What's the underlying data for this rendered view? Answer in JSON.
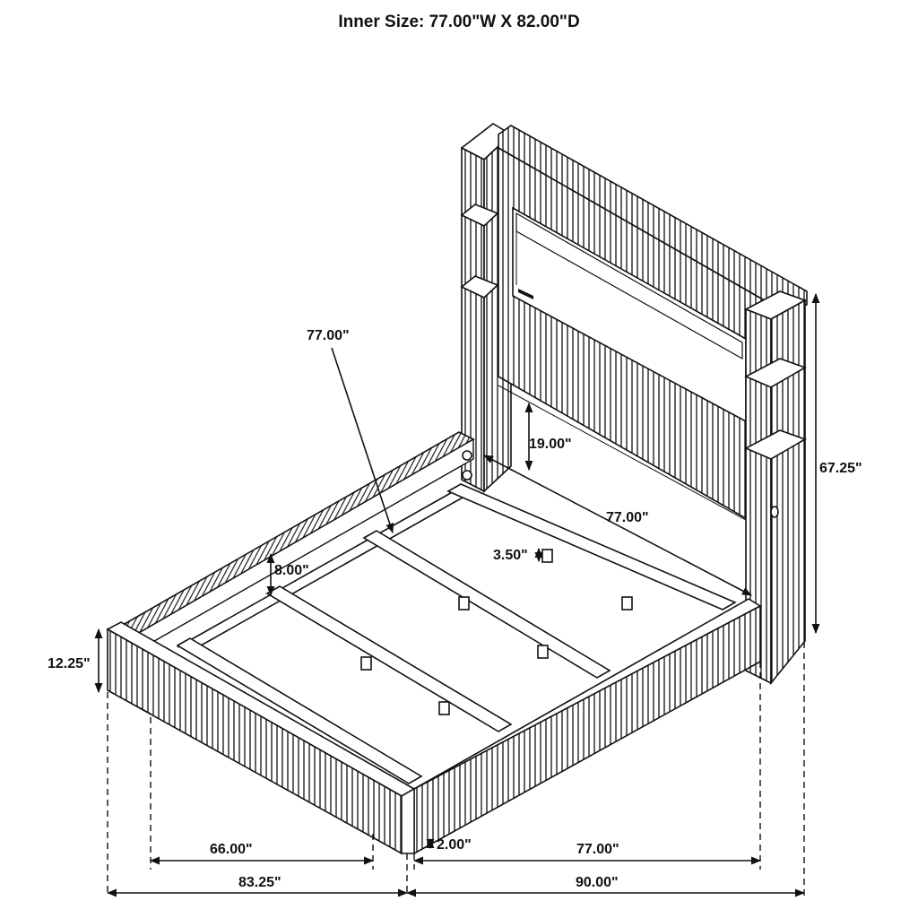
{
  "title": "Inner Size: 77.00\"W X 82.00\"D",
  "dimensions": {
    "slat_length": "77.00\"",
    "headboard_clearance": "19.00\"",
    "overall_height": "67.25\"",
    "inner_width_top": "77.00\"",
    "slat_height": "3.50\"",
    "rail_clearance": "8.00\"",
    "rail_height": "12.25\"",
    "inner_length": "66.00\"",
    "base_gap": "2.00\"",
    "inner_width_bottom": "77.00\"",
    "overall_length": "83.25\"",
    "overall_width": "90.00\""
  }
}
